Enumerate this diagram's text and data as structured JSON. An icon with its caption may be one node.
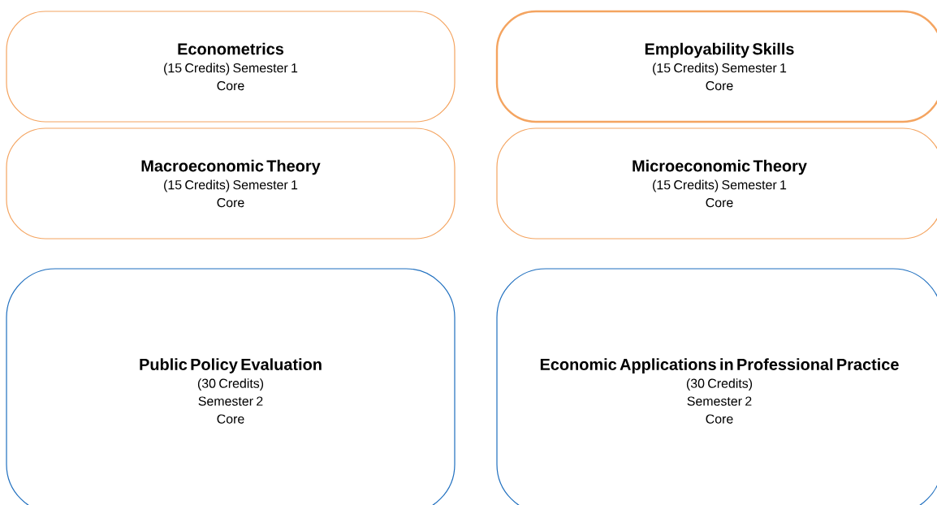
{
  "diagram": {
    "nodes": [
      {
        "text": [
          "Econometrics",
          "(15 Credits) Semester 1",
          "Core"
        ]
      },
      {
        "text": [
          "Employability Skills",
          "(15 Credits) Semester 1",
          "Core"
        ]
      },
      {
        "text": [
          "Macroeconomic Theory",
          "(15 Credits) Semester 1",
          "Core"
        ]
      },
      {
        "text": [
          "Microeconomic Theory",
          "(15 Credits) Semester 1",
          "Core"
        ]
      },
      {
        "text": [
          "Public Policy Evaluation",
          "(30 Credits)",
          "Semester 2",
          "Core"
        ]
      },
      {
        "text": [
          "Economic Applications in Professional Practice",
          "(30 Credits)",
          "Semester 2",
          "Core"
        ]
      }
    ]
  }
}
